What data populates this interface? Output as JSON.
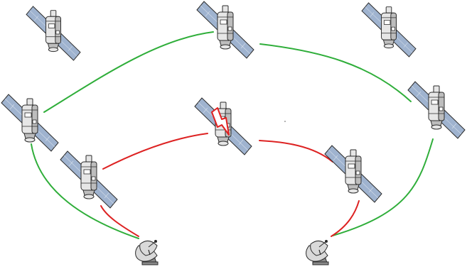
{
  "colors": {
    "healthy_link": "#2fae3a",
    "failed_link": "#dd2222",
    "fault_marker": "#e02020",
    "solar_panel": "#9fb3cf",
    "satellite_body": "#e6e6e6"
  },
  "icons": {
    "satellite": "satellite-icon",
    "ground_station": "satellite-dish-icon",
    "fault": "lightning-bolt-icon"
  },
  "satellites": [
    {
      "id": "sat-top-left",
      "status": "idle"
    },
    {
      "id": "sat-top-center",
      "status": "active"
    },
    {
      "id": "sat-top-right",
      "status": "idle"
    },
    {
      "id": "sat-mid-left",
      "status": "active"
    },
    {
      "id": "sat-mid-right",
      "status": "active"
    },
    {
      "id": "sat-center-faulty",
      "status": "failed"
    },
    {
      "id": "sat-lower-left",
      "status": "degraded"
    },
    {
      "id": "sat-lower-right",
      "status": "degraded"
    }
  ],
  "ground_stations": [
    {
      "id": "ground-left"
    },
    {
      "id": "ground-right"
    }
  ],
  "links": [
    {
      "id": "link-ground-left-to-mid-left",
      "status": "healthy"
    },
    {
      "id": "link-mid-left-to-top-center",
      "status": "healthy"
    },
    {
      "id": "link-top-center-to-mid-right",
      "status": "healthy"
    },
    {
      "id": "link-mid-right-to-ground-right",
      "status": "healthy"
    },
    {
      "id": "link-ground-left-to-lower-left",
      "status": "failed"
    },
    {
      "id": "link-lower-left-to-center",
      "status": "failed"
    },
    {
      "id": "link-center-to-lower-right",
      "status": "failed"
    },
    {
      "id": "link-lower-right-to-ground-right",
      "status": "failed"
    }
  ]
}
